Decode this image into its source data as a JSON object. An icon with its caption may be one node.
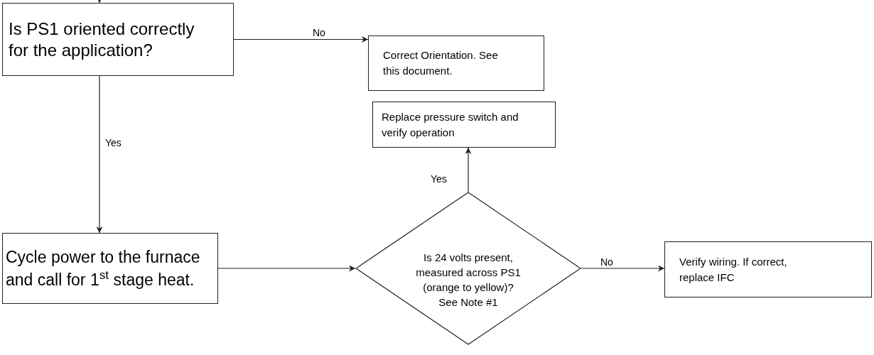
{
  "diagram": {
    "nodes": [
      {
        "text": [
          "Is PS1 oriented correctly for the application?"
        ]
      },
      {
        "text": [
          "Correct Orientation. See this document."
        ]
      },
      {
        "text": [
          "Replace pressure switch and verify operation"
        ]
      },
      {
        "text": [
          "Cycle power to the furnace and call for 1$^{st}$ stage heat."
        ]
      },
      {
        "text": [
          "Is 24 volts present, measured across PS1 (orange to yellow)? See Note #1"
        ]
      },
      {
        "text": [
          "Verify wiring. If correct, replace IFC"
        ]
      }
    ],
    "edges": [
      {
        "from": null,
        "to": 0,
        "arrow": "to"
      },
      {
        "from": 0,
        "to": 1,
        "arrow": "to",
        "label": "No"
      },
      {
        "from": 0,
        "to": 3,
        "arrow": "to",
        "label": "Yes"
      },
      {
        "from": 3,
        "to": 4,
        "arrow": "to"
      },
      {
        "from": 4,
        "to": 2,
        "arrow": "to",
        "label": "Yes"
      },
      {
        "from": 4,
        "to": 5,
        "arrow": "to",
        "label": "No"
      }
    ]
  }
}
